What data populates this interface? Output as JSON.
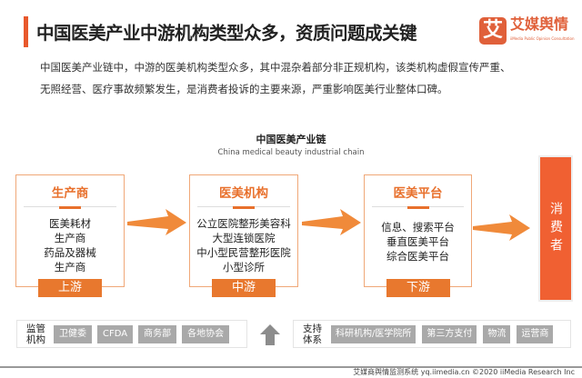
{
  "header": {
    "title": "中国医美产业中游机构类型众多，资质问题成关键",
    "logo_mark": "艾",
    "logo_name": "艾媒舆情",
    "logo_sub": "iiMedia Public Opinion Consultation"
  },
  "intro": [
    "中国医美产业链中，中游的医美机构类型众多，其中混杂着部分非正规机构，该类机构虚假宣传严重、",
    "无照经营、医疗事故频繁发生，是消费者投诉的主要来源，严重影响医美行业整体口碑。"
  ],
  "chain": {
    "title": "中国医美产业链",
    "subtitle": "China medical beauty industrial chain",
    "stages": [
      {
        "heading": "生产商",
        "items": [
          "医美耗材",
          "生产商",
          "药品及器械",
          "生产商"
        ],
        "label": "上游"
      },
      {
        "heading": "医美机构",
        "items": [
          "公立医院整形美容科",
          "大型连锁医院",
          "中小型民营整形医院",
          "小型诊所"
        ],
        "label": "中游"
      },
      {
        "heading": "医美平台",
        "items": [
          "信息、搜索平台",
          "垂直医美平台",
          "综合医美平台"
        ],
        "label": "下游"
      }
    ],
    "consumer": "消费者"
  },
  "supervision": {
    "label": "监管机构",
    "tags": [
      "卫健委",
      "CFDA",
      "商务部",
      "各地协会"
    ]
  },
  "support": {
    "label": "支持体系",
    "tags": [
      "科研机构/医学院所",
      "第三方支付",
      "物流",
      "运营商"
    ]
  },
  "footer": "艾媒商舆情监测系统 yq.iimedia.cn  ©2020  iiMedia Research Inc",
  "colors": {
    "accent": "#e8702c",
    "consumer": "#f06032",
    "tag": "#a9a9a9"
  }
}
